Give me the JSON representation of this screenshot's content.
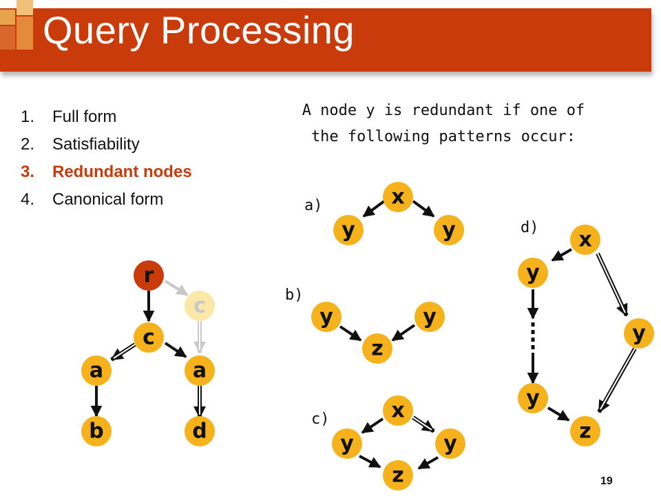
{
  "title": "Query Processing",
  "steps": [
    {
      "num": "1.",
      "label": "Full form",
      "active": false
    },
    {
      "num": "2.",
      "label": "Satisfiability",
      "active": false
    },
    {
      "num": "3.",
      "label": "Redundant nodes",
      "active": true
    },
    {
      "num": "4.",
      "label": "Canonical form",
      "active": false
    }
  ],
  "note_line1": "A node y is redundant if one of",
  "note_line2": "the following patterns occur:",
  "pattern_labels": {
    "a": "a)",
    "b": "b)",
    "c": "c)",
    "d": "d)"
  },
  "colors": {
    "title_bar": "#c93b0a",
    "node_fill": "#f5b21c",
    "faded_node": "#fbe7a8",
    "active_step": "#c93b0a"
  },
  "nodes": {
    "tree_r": "r",
    "tree_c": "c",
    "tree_c_faded": "c",
    "tree_a_left": "a",
    "tree_a_right": "a",
    "tree_b": "b",
    "tree_d": "d",
    "a_x": "x",
    "a_y1": "y",
    "a_y2": "y",
    "b_y1": "y",
    "b_y2": "y",
    "b_z": "z",
    "c_x": "x",
    "c_y1": "y",
    "c_y2": "y",
    "c_z": "z",
    "d_x": "x",
    "d_y1": "y",
    "d_y2": "y",
    "d_y3": "y",
    "d_z": "z"
  },
  "page_number": "19"
}
